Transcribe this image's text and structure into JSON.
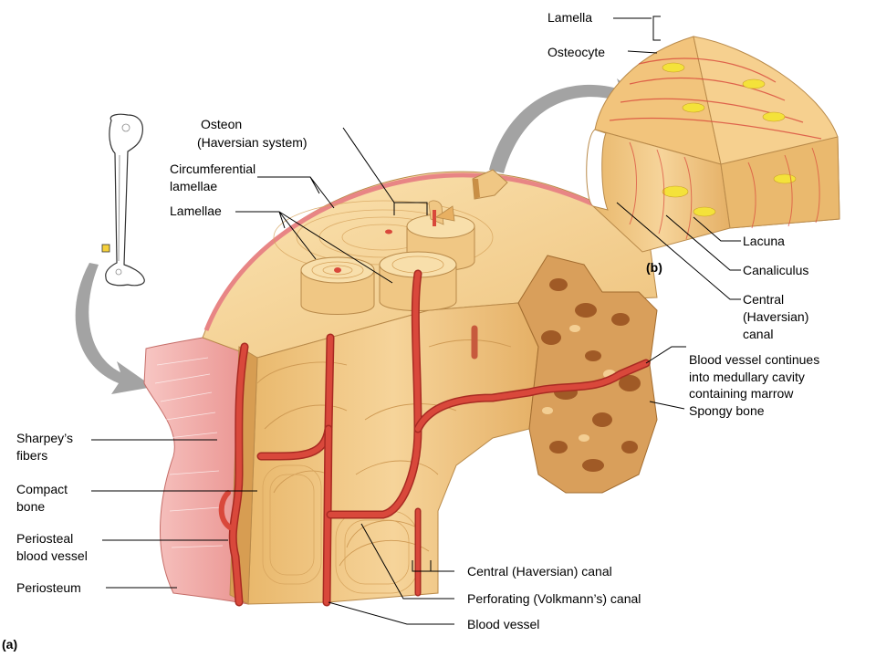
{
  "panels": {
    "a": "(a)",
    "b": "(b)"
  },
  "labels": {
    "lamella": "Lamella",
    "osteocyte": "Osteocyte",
    "osteon_1": "Osteon",
    "osteon_2": "(Haversian system)",
    "circumferential_1": "Circumferential",
    "circumferential_2": "lamellae",
    "lamellae": "Lamellae",
    "lacuna": "Lacuna",
    "canaliculus": "Canaliculus",
    "central_b_1": "Central",
    "central_b_2": "(Haversian)",
    "central_b_3": "canal",
    "blood_continues_1": "Blood vessel continues",
    "blood_continues_2": "into medullary cavity",
    "blood_continues_3": "containing marrow",
    "spongy_bone": "Spongy bone",
    "sharpeys_1": "Sharpey’s",
    "sharpeys_2": "fibers",
    "compact_1": "Compact",
    "compact_2": "bone",
    "periosteal_1": "Periosteal",
    "periosteal_2": "blood vessel",
    "periosteum": "Periosteum",
    "central_a": "Central (Haversian) canal",
    "perforating": "Perforating (Volkmann’s) canal",
    "blood_vessel": "Blood vessel"
  },
  "colors": {
    "bone_light": "#f6d9a0",
    "bone_mid": "#ecbf74",
    "bone_dark": "#c98f45",
    "vessel": "#d9483b",
    "vessel_dark": "#a82a22",
    "periosteum": "#f2a9a6",
    "arrow": "#9c9c9c",
    "osteocyte_fill": "#f4e23a"
  }
}
